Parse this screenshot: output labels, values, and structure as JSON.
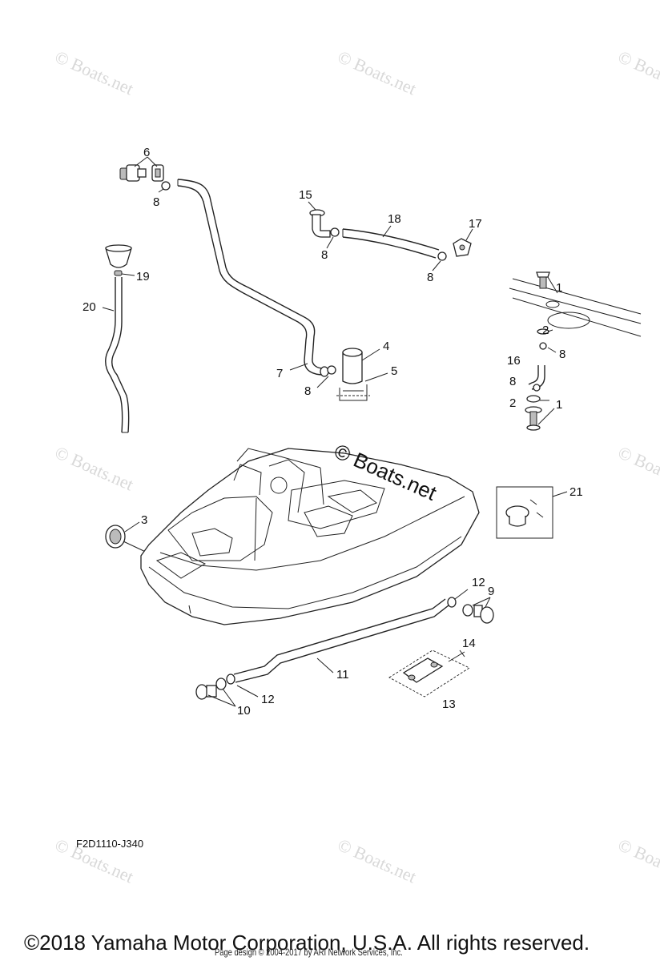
{
  "watermarks": [
    "© Boats.net",
    "© Boats.net",
    "© Boats.net",
    "© Boats.net",
    "© Boats.net",
    "© Boats.net",
    "© Boats.net",
    "© Boats.net",
    "© Boats.net"
  ],
  "center_watermark": "© Boats.net",
  "callouts": {
    "c6": "6",
    "c8a": "8",
    "c15": "15",
    "c18": "18",
    "c17": "17",
    "c8b": "8",
    "c8c": "8",
    "c19": "19",
    "c20": "20",
    "c1a": "1",
    "c2a": "2",
    "c8d": "8",
    "c16": "16",
    "c8e": "8",
    "c2b": "2",
    "c1b": "1",
    "c4": "4",
    "c7": "7",
    "c5": "5",
    "c8f": "8",
    "c3": "3",
    "c21": "21",
    "c12a": "12",
    "c9": "9",
    "c11": "11",
    "c14": "14",
    "c12b": "12",
    "c13": "13",
    "c10": "10"
  },
  "diagram_code": "F2D1110-J340",
  "copyright": "©2018 Yamaha Motor Corporation, U.S.A. All rights reserved.",
  "page_design": "Page design © 2004-2017 by ARI Network Services, Inc."
}
